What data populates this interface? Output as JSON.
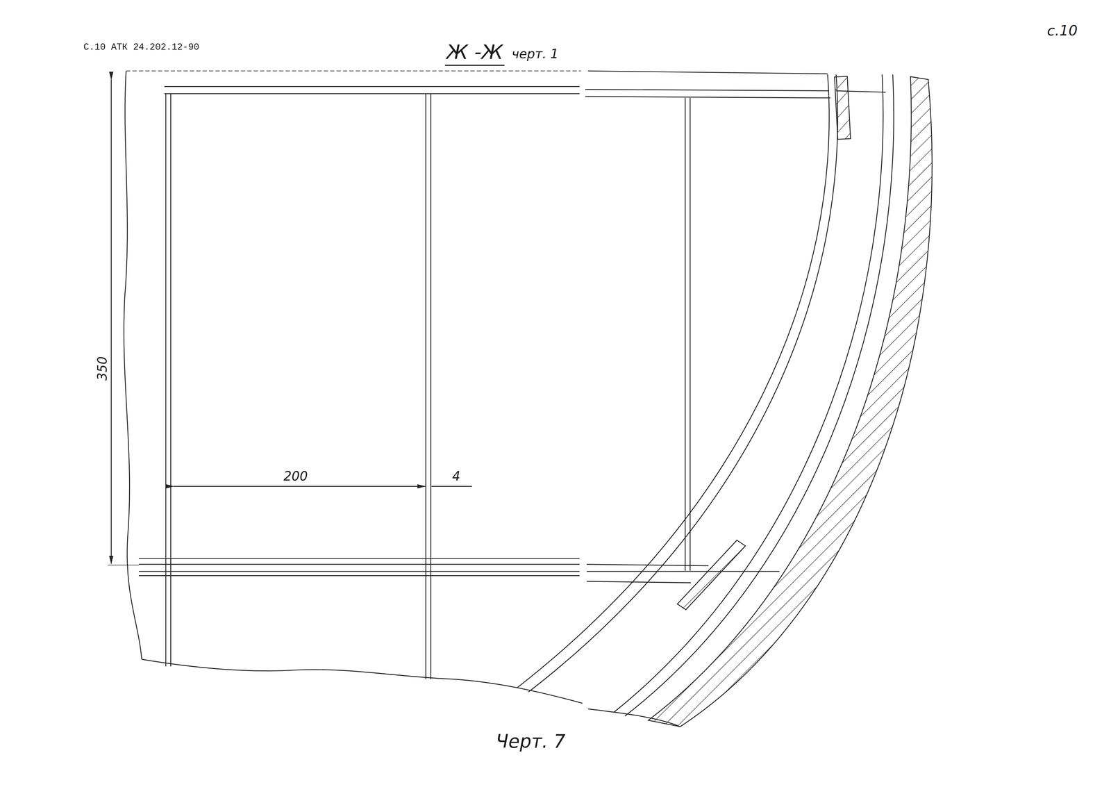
{
  "diagram": {
    "title": "Ж -Ж",
    "caption": "Черт. 7",
    "labels": [
      "С.10 АТК 24.202.12-90",
      "с.10",
      "черт. 1",
      "350",
      "200",
      "4"
    ]
  }
}
